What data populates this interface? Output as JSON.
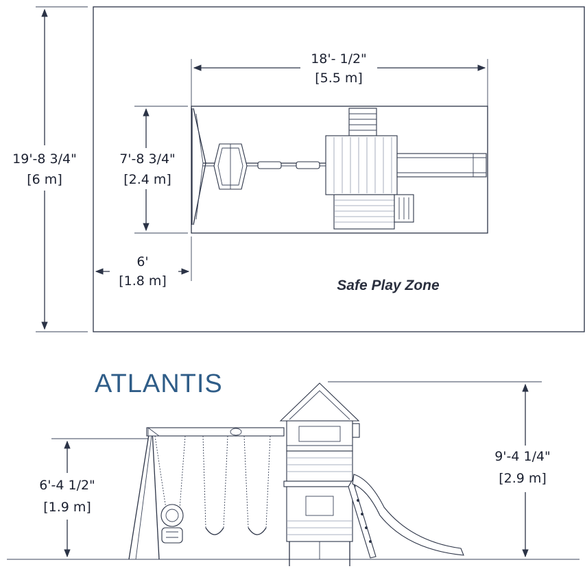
{
  "plan": {
    "overall_depth": {
      "imperial": "19'-8 3/4\"",
      "metric": "[6 m]"
    },
    "overall_width": {
      "imperial": "18'- 1/2\"",
      "metric": "[5.5 m]"
    },
    "structure_depth": {
      "imperial": "7'-8 3/4\"",
      "metric": "[2.4 m]"
    },
    "clearance": {
      "imperial": "6'",
      "metric": "[1.8 m]"
    },
    "zone_label": "Safe Play Zone"
  },
  "elevation": {
    "product_name": "ATLANTIS",
    "swing_beam_height": {
      "imperial": "6'-4 1/2\"",
      "metric": "[1.9 m]"
    },
    "total_height": {
      "imperial": "9'-4 1/4\"",
      "metric": "[2.9 m]"
    }
  },
  "colors": {
    "line": "#2b3346",
    "brand": "#2f5d88"
  }
}
